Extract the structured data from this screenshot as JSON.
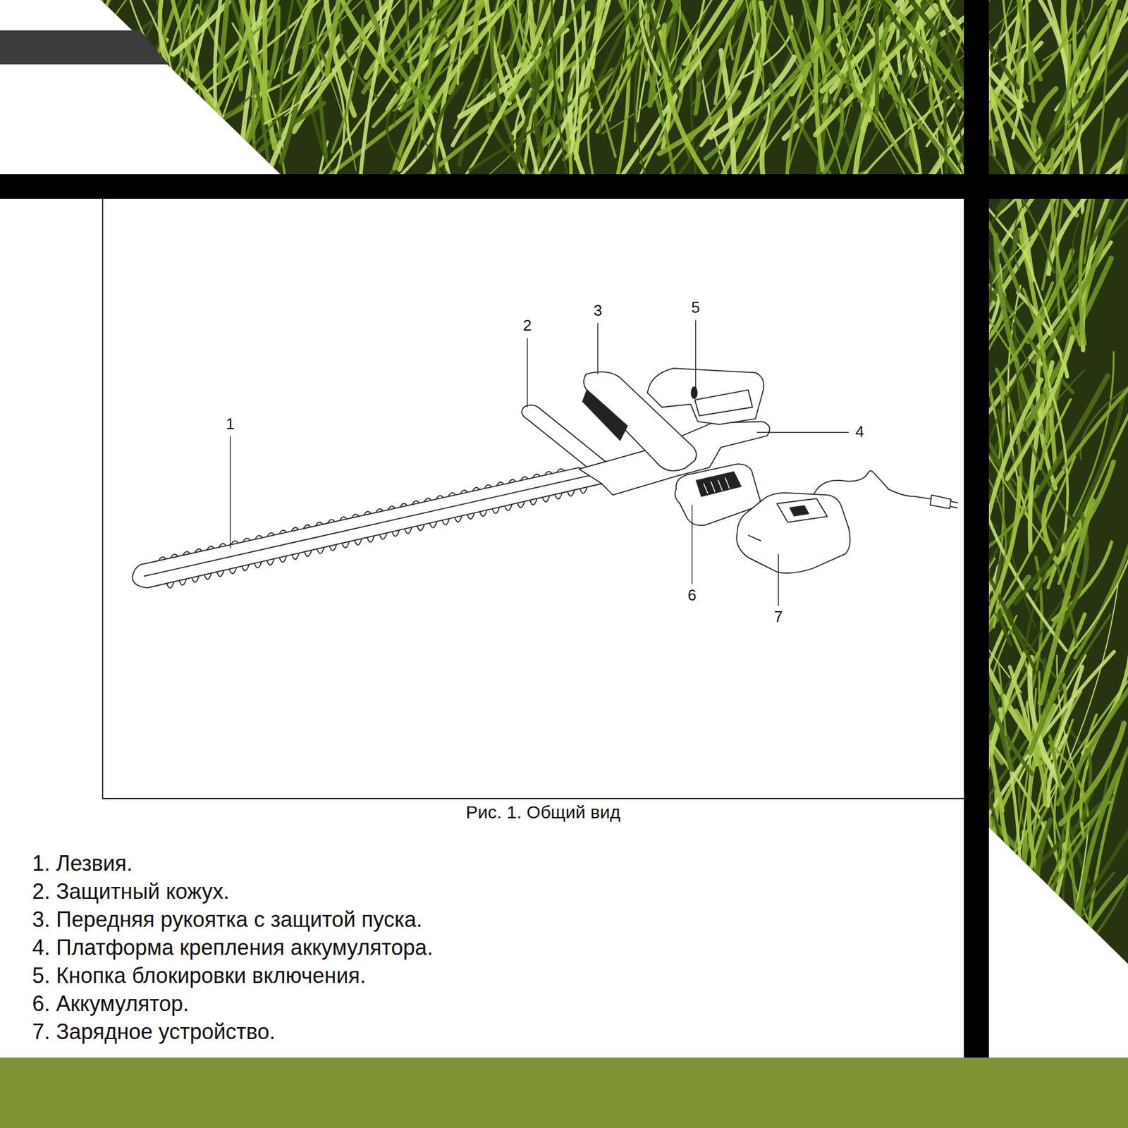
{
  "diagram": {
    "caption": "Рис. 1. Общий вид",
    "labels": [
      "1",
      "2",
      "3",
      "5",
      "4",
      "6",
      "7",
      "1. Лезвия.",
      "2. Защитный кожух.",
      "3. Передняя рукоятка с защитой пуска.",
      "4. Платформа крепления аккумулятора.",
      "5. Кнопка блокировки включения.",
      "6. Аккумулятор.",
      "7. Зарядное устройство."
    ]
  }
}
